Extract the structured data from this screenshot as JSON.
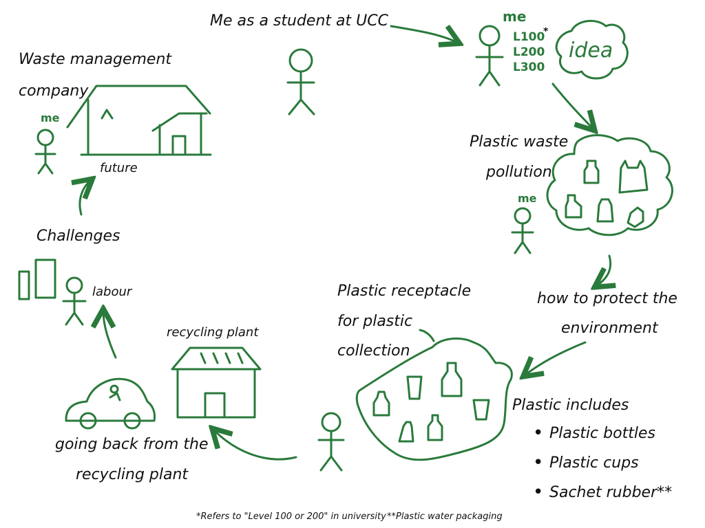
{
  "labels": {
    "student": "Me as a student at UCC",
    "me_top": "me",
    "levels": [
      "L100",
      "L200",
      "L300"
    ],
    "level_star": "*",
    "idea": "idea",
    "plastic_waste_1": "Plastic waste",
    "plastic_waste_2": "pollution",
    "me_waste": "me",
    "protect_1": "how to protect the",
    "protect_2": "environment",
    "receptacle_1": "Plastic receptacle",
    "receptacle_2": "for plastic",
    "receptacle_3": "collection",
    "includes_title": "Plastic includes",
    "includes": [
      "Plastic bottles",
      "Plastic cups",
      "Sachet rubber**"
    ],
    "recycling_plant": "recycling plant",
    "going_back_1": "going back from the",
    "going_back_2": "recycling plant",
    "labour": "labour",
    "challenges": "Challenges",
    "future": "future",
    "company_1": "Waste management",
    "company_2": "company",
    "me_company": "me"
  },
  "footnotes": {
    "level": "*Refers to \"Level 100 or 200\" in university",
    "packaging": "**Plastic water packaging"
  },
  "colors": {
    "accent": "#2a7a3b",
    "ink": "#111111"
  }
}
